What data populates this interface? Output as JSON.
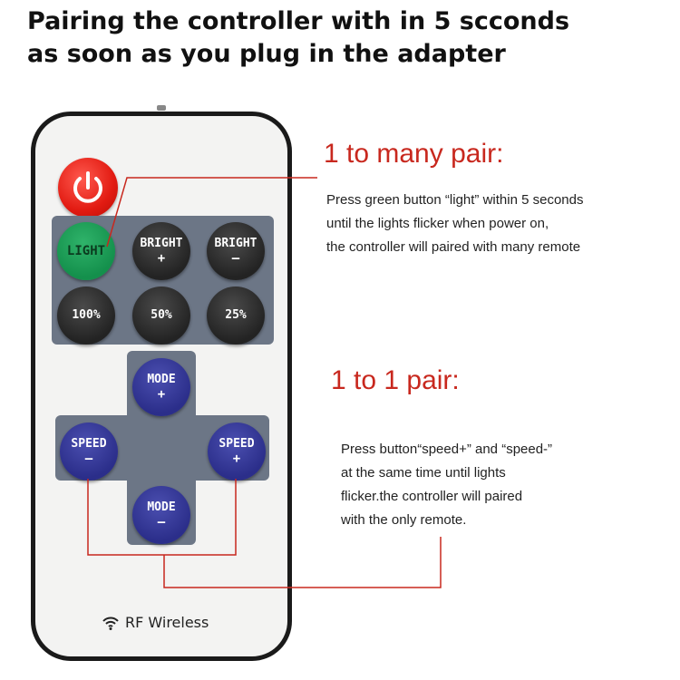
{
  "headline": {
    "line1": "Pairing the controller with in 5 scconds",
    "line2": "as soon as you plug in the adapter"
  },
  "remote": {
    "power_icon": "power-icon",
    "buttons": {
      "light": "LIGHT",
      "bright_plus": {
        "label": "BRIGHT",
        "sign": "+"
      },
      "bright_minus": {
        "label": "BRIGHT",
        "sign": "–"
      },
      "p100": "100%",
      "p50": "50%",
      "p25": "25%",
      "mode_plus": {
        "label": "MODE",
        "sign": "+"
      },
      "mode_minus": {
        "label": "MODE",
        "sign": "–"
      },
      "speed_minus": {
        "label": "SPEED",
        "sign": "–"
      },
      "speed_plus": {
        "label": "SPEED",
        "sign": "+"
      }
    },
    "footer": {
      "icon": "wifi-icon",
      "label": "RF Wireless"
    }
  },
  "pair_many": {
    "heading": "1 to many pair:",
    "lines": [
      "Press green button “light” within 5 seconds",
      "until the lights flicker when power on,",
      "the controller will paired with many remote"
    ]
  },
  "pair_one": {
    "heading": "1 to 1 pair:",
    "lines": [
      "Press button“speed+” and “speed-”",
      "at the same time until lights",
      "flicker.the controller will paired",
      "with the only remote."
    ]
  },
  "colors": {
    "accent": "#c8281e",
    "power": "#e21b12",
    "light_button": "#14904c",
    "blue_button": "#2b2e8a",
    "panel": "#6c7686"
  }
}
